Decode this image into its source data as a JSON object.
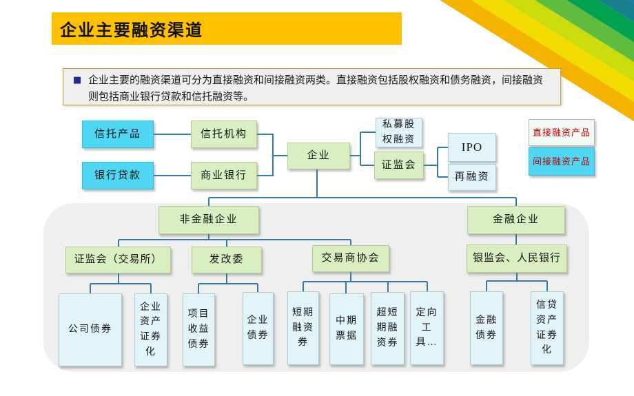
{
  "title": "企业主要融资渠道",
  "intro": {
    "bullet": "■",
    "text": "企业主要的融资渠道可分为直接融资和间接融资两类。直接融资包括股权融资和债务融资，间接融资则包括商业银行贷款和信托融资等。"
  },
  "legend": {
    "direct": "直接融资产品",
    "indirect": "间接融资产品"
  },
  "nodes": {
    "trust_product": "信托产品",
    "bank_loan": "银行贷款",
    "trust_institution": "信托机构",
    "commercial_bank": "商业银行",
    "enterprise": "企业",
    "private_equity": "私募股权融资",
    "csrc": "证监会",
    "ipo": "IPO",
    "refinancing": "再融资",
    "non_financial_enterprise": "非金融企业",
    "financial_enterprise": "金融企业",
    "csrc_exchange": "证监会（交易所）",
    "ndrc": "发改委",
    "dealers_association": "交易商协会",
    "cbrc_pboc": "银监会、人民银行",
    "corporate_bond": "公司债券",
    "enterprise_abs": "企业资产证券化",
    "project_revenue_bond": "项目收益债券",
    "enterprise_bond": "企业债券",
    "short_term_cp": "短期融资券",
    "mtn": "中期票据",
    "super_short_cp": "超短期融资券",
    "ppn": "定向工具…",
    "financial_bond": "金融债券",
    "credit_abs": "信贷资产证券化"
  },
  "colors": {
    "title_bar": "#FFC000",
    "node_green": "#D9EFC1",
    "node_cyan": "#4FD6F2",
    "node_lightblue": "#E3F4F9",
    "connector": "#2E7CA8",
    "legend_text": "#C00000",
    "panel_gray": "#EFEFEF"
  }
}
